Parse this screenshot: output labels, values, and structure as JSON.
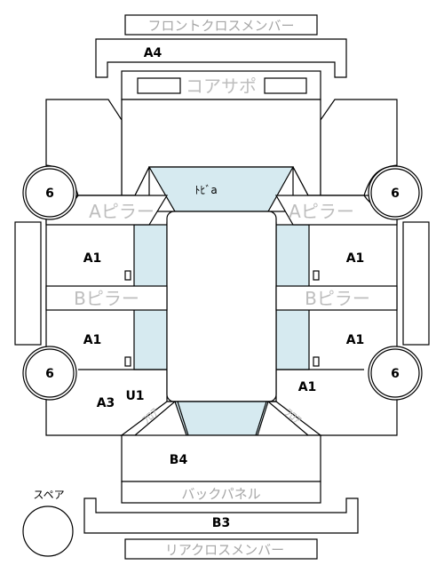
{
  "labels": {
    "front_cross_member": "フロントクロスメンバー",
    "a4": "A4",
    "core_support": "コアサポ",
    "six_top_left": "6",
    "six_top_right": "6",
    "six_bottom_left": "6",
    "six_bottom_right": "6",
    "a_pillar_left": "Aピラー",
    "a_pillar_right": "Aピラー",
    "door": "ﾄﾋﾞa",
    "a1_upper_left": "A1",
    "a1_upper_right": "A1",
    "b_pillar_left": "Bピラー",
    "b_pillar_right": "Bピラー",
    "a1_lower_left": "A1",
    "a1_lower_right": "A1",
    "a3": "A3",
    "u1": "U1",
    "a1_bottom_right": "A1",
    "floor_left": "ﾌﾛｱ",
    "floor_right": "ﾌﾛｱ",
    "b4": "B4",
    "back_panel": "バックパネル",
    "spare": "スペア",
    "b3": "B3",
    "rear_cross_member": "リアクロスメンバー"
  },
  "colors": {
    "line": "#000000",
    "roof_fill": "#d6eaf0",
    "gray_text": "#a6a6a6"
  }
}
